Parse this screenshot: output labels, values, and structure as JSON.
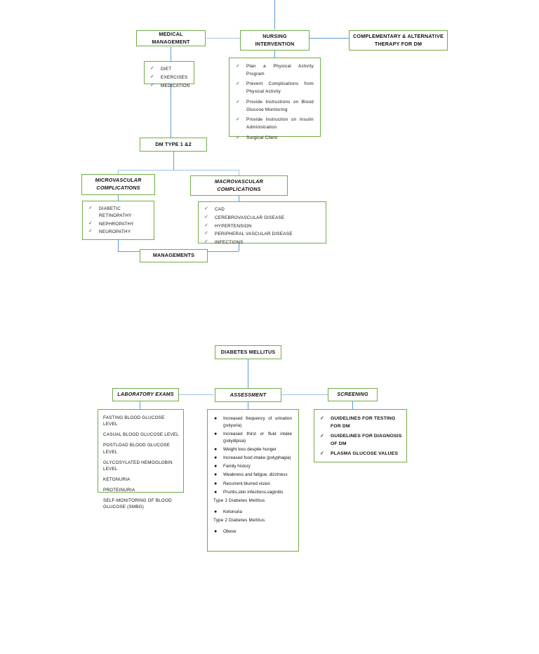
{
  "document": {
    "title": "Diabetes Mellitus Concept Map"
  },
  "icons": {
    "check": "✓",
    "bullet": "●"
  },
  "colors": {
    "box_border": "#70ad47",
    "connector": "#5b9bd5",
    "connector_pale": "#9dc3e6",
    "text": "#111111",
    "page_background": "#ffffff"
  },
  "top_map": {
    "medical_management": {
      "title": "MEDICAL MANAGEMENT",
      "items": [
        "DIET",
        "EXERCISES",
        "MEDICATION"
      ]
    },
    "nursing_intervention": {
      "title": "NURSING INTERVENTION",
      "title_line1": "NURSING",
      "title_line2": "INTERVENTION",
      "items": [
        "Plan a Physical Activity Program",
        "Prevent Complications from Physical Activity",
        "Provide Instructions on Blood Glucose Monitoring",
        "Provide Instruction on Insulin Administration",
        "Surgical Client"
      ]
    },
    "complementary_therapy": {
      "title": "COMPLEMENTARY & ALTERNATIVE THERAPY FOR DM",
      "title_line1": "COMPLEMENTARY & ALTERNATIVE",
      "title_line2": "THERAPY FOR DM"
    },
    "dm_type": {
      "title": "DM TYPE 1 &2"
    },
    "microvascular": {
      "title": "MICROVASCULAR COMPLICATIONS",
      "title_line1": "MICROVASCULAR",
      "title_line2": "COMPLICATIONS",
      "items": [
        "DIABETIC RETINOPATHY",
        "NEPHROPATHY",
        "NEUROPATHY"
      ]
    },
    "macrovascular": {
      "title": "MACROVASCULAR COMPLICATIONS",
      "items": [
        "CAD",
        "CEREBROVASCULAR DISEASE",
        "HYPERTENSION",
        "PERIPHERAL VASCULAR DISEASE",
        "INFECTIONS"
      ]
    },
    "managements": {
      "title": "MANAGEMENTS"
    }
  },
  "bottom_map": {
    "diabetes_mellitus": {
      "title": "DIABETES MELLITUS"
    },
    "laboratory_exams": {
      "title": "LABORATORY EXAMS",
      "items": [
        "FASTING BLOOD GLUCOSE LEVEL",
        "CASUAL BLOOD GLUCOSE LEVEL",
        "POSTLOAD BLOOD GLUCOSE LEVEL",
        "GLYCOSYLATED HEMOGLOBIN LEVEL",
        "KETONURIA",
        "PROTEINURIA",
        "SELF-MONITORING OF BLOOD GLUCOSE (SMBG)"
      ]
    },
    "assessment": {
      "title": "ASSESSMENT",
      "items": [
        "Increased frequency of urination (polyuria)",
        "Increased thirst or fluid intake (polydipsia)",
        "Weight loss despite hunger",
        "Increased food intake (polyphagia)",
        "Family history",
        "Weakness and fatigue, dizziness",
        "Recurrent blurred vision",
        "Pruritis,skin infections,vaginitis"
      ],
      "type1_heading": "Type 1 Diabetes Mellitus",
      "type1_items": [
        "Ketonuria"
      ],
      "type2_heading": "Type 2 Diabetes Mellitus",
      "type2_items": [
        "Obese"
      ]
    },
    "screening": {
      "title": "SCREENING",
      "items": [
        "GUIDELINES FOR TESTING FOR DM",
        "GUIDELINES FOR DIAGNOSIS OF DM",
        "PLASMA GLUCOSE VALUES"
      ]
    }
  }
}
